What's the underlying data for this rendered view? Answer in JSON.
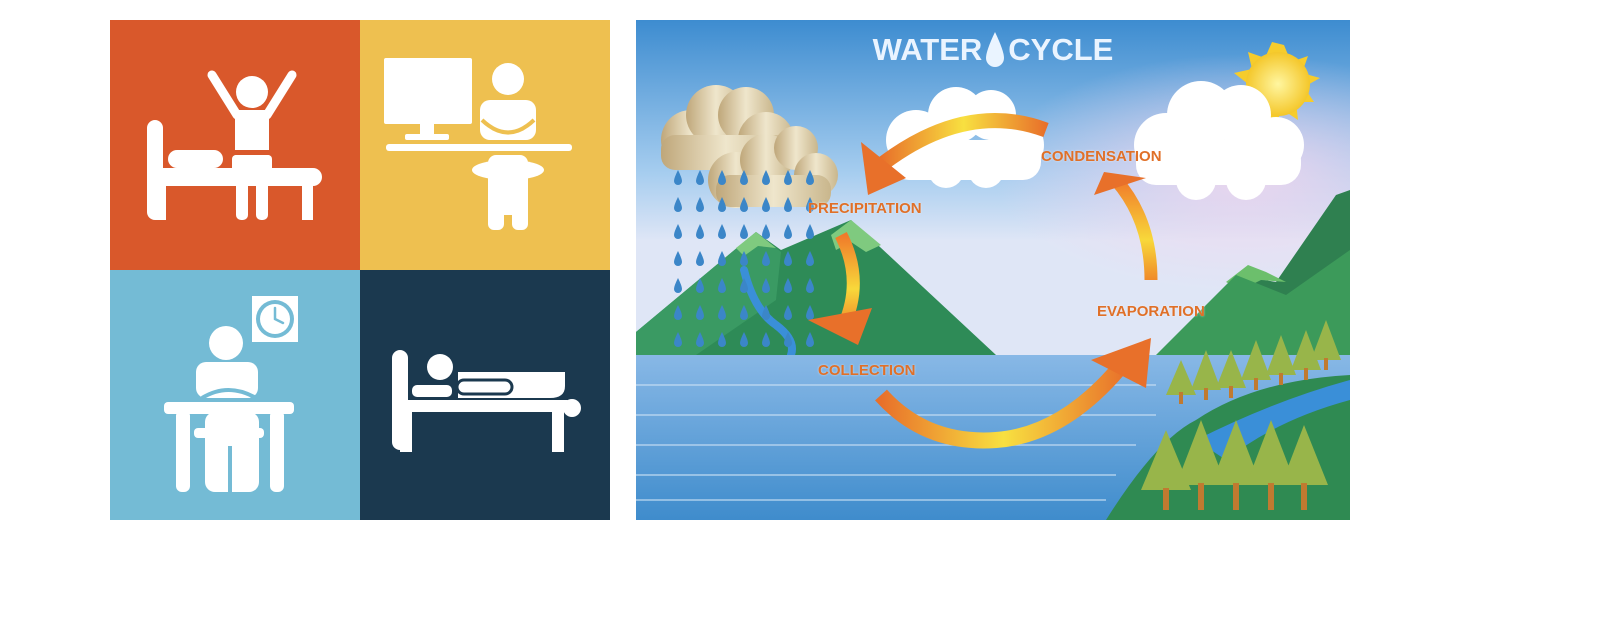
{
  "activity_panel": {
    "quadrants": [
      {
        "icon": "person-waking-up-from-bed-icon",
        "color": "#d9582b"
      },
      {
        "icon": "person-working-at-computer-desk-icon",
        "color": "#eec050"
      },
      {
        "icon": "person-sitting-at-desk-with-clock-icon",
        "color": "#74bbd5"
      },
      {
        "icon": "person-lying-in-bed-icon",
        "color": "#1b394f"
      }
    ]
  },
  "water_cycle": {
    "title_left": "WATER",
    "title_right": "CYCLE",
    "labels": {
      "precipitation": "PRECIPITATION",
      "condensation": "CONDENSATION",
      "evaporation": "EVAPORATION",
      "collection": "COLLECTION"
    },
    "colors": {
      "sky_top": "#3d8cd0",
      "water": "#4f95d2",
      "mountain": "#2e8b57",
      "arrow": "#f0a030",
      "label": "#e07028"
    }
  }
}
